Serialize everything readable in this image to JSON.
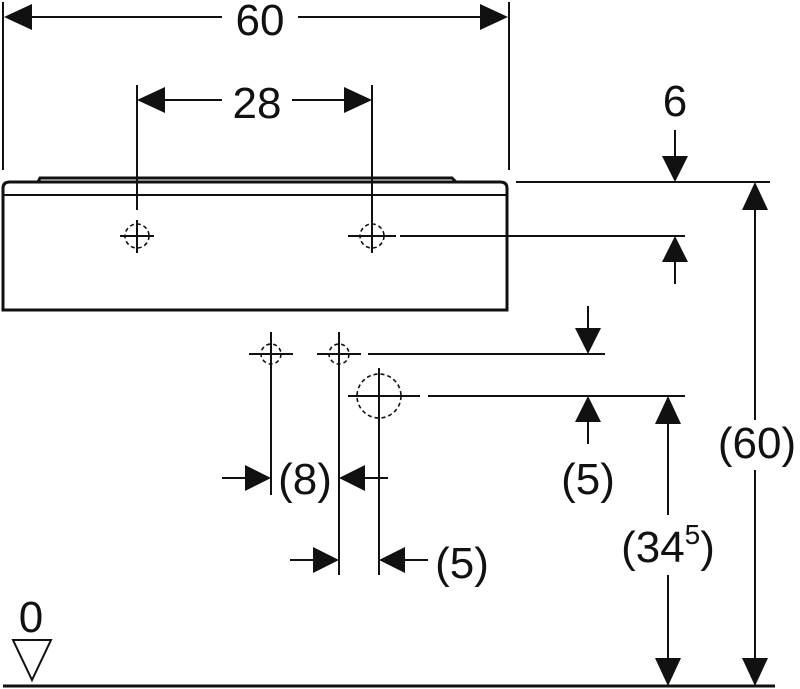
{
  "dimensions": {
    "total_width": "60",
    "hole_spacing": "28",
    "top_offset": "6",
    "height": "(60)",
    "outlet_height_base": "(34",
    "outlet_height_sup": "5",
    "outlet_height_close": ")",
    "vertical_offset": "(5)",
    "horizontal_spacing": "(8)",
    "horizontal_offset": "(5)",
    "floor_level": "0"
  }
}
